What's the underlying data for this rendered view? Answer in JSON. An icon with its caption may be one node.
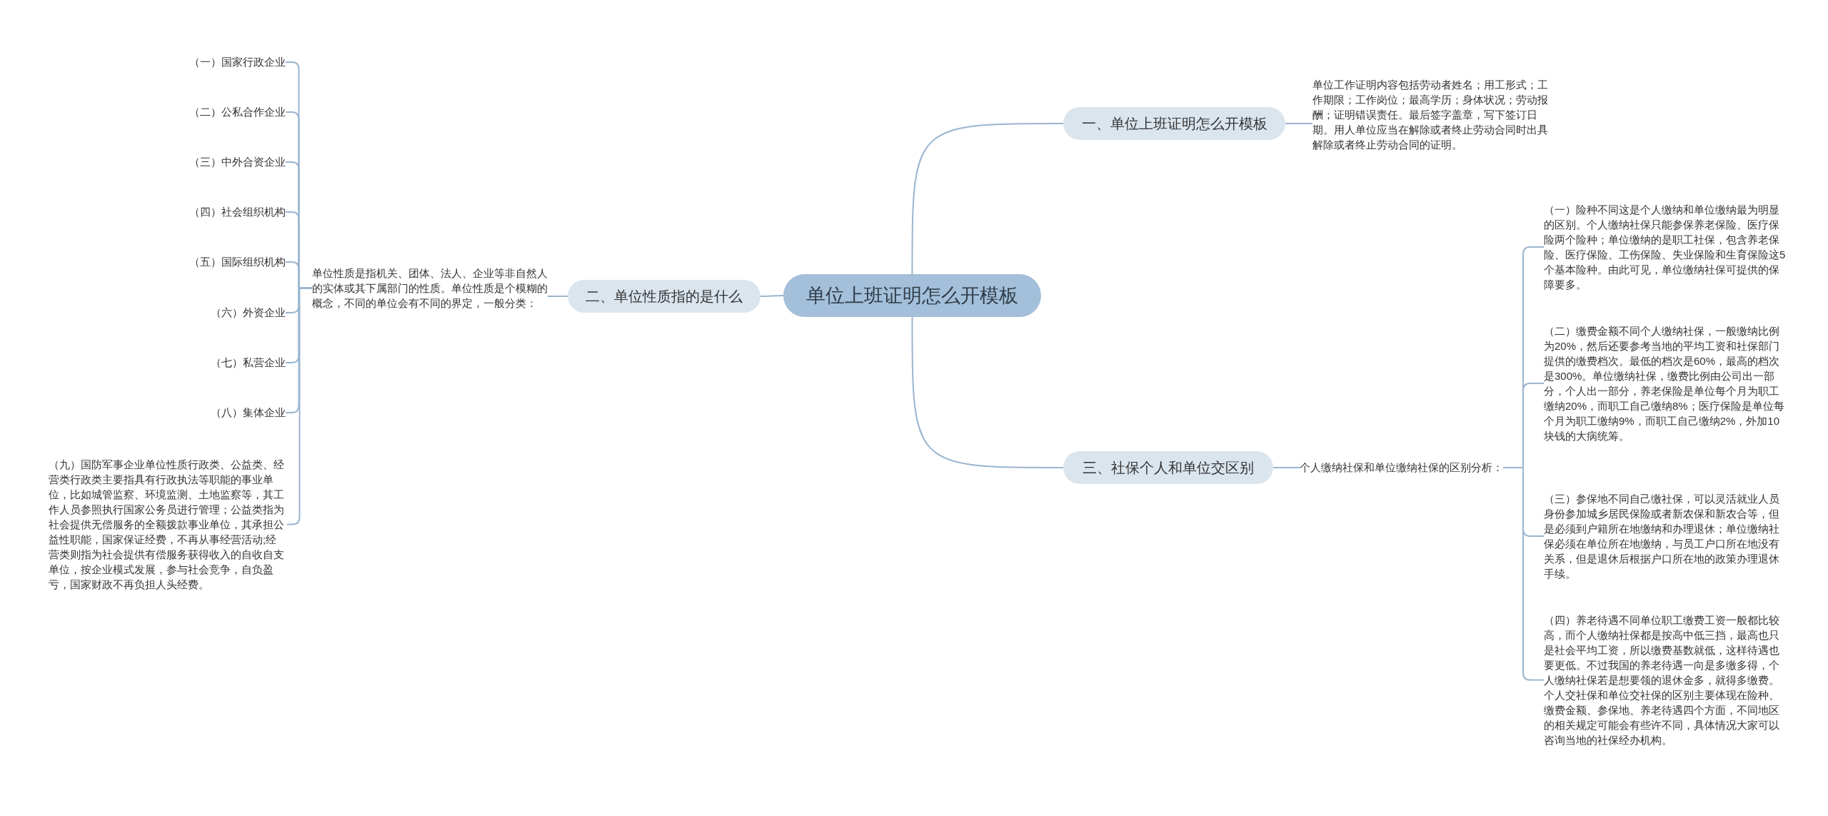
{
  "diagram": {
    "nodes": [
      {
        "text": [
          "单位上班证明怎么开模板"
        ]
      },
      {
        "text": [
          "一、单位上班证明怎么开模板"
        ]
      },
      {
        "text": [
          "单位工作证明内容包括劳动者姓名；用工形式；工作期限；工作岗位；最高学历；身体状况；劳动报酬；证明错误责任。最后签字盖章，写下签订日期。用人单位应当在解除或者终止劳动合同时出具解除或者终止劳动合同的证明。"
        ]
      },
      {
        "text": [
          "二、单位性质指的是什么"
        ]
      },
      {
        "text": [
          "单位性质是指机关、团体、法人、企业等非自然人的实体或其下属部门的性质。单位性质是个模糊的概念，不同的单位会有不同的界定，一般分类："
        ]
      },
      {
        "text": [
          "（一）国家行政企业"
        ]
      },
      {
        "text": [
          "（二）公私合作企业"
        ]
      },
      {
        "text": [
          "（三）中外合资企业"
        ]
      },
      {
        "text": [
          "（四）社会组织机构"
        ]
      },
      {
        "text": [
          "（五）国际组织机构"
        ]
      },
      {
        "text": [
          "（六）外资企业"
        ]
      },
      {
        "text": [
          "（七）私营企业"
        ]
      },
      {
        "text": [
          "（八）集体企业"
        ]
      },
      {
        "text": [
          "（九）国防军事企业单位性质行政类、公益类、经营类行政类主要指具有行政执法等职能的事业单位，比如城管监察、环境监测、土地监察等，其工作人员参照执行国家公务员进行管理；公益类指为社会提供无偿服务的全额拨款事业单位，其承担公益性职能，国家保证经费，不再从事经营活动;经营类则指为社会提供有偿服务获得收入的自收自支单位，按企业模式发展，参与社会竞争，自负盈亏，国家财政不再负担人头经费。"
        ]
      },
      {
        "text": [
          "三、社保个人和单位交区别"
        ]
      },
      {
        "text": [
          "个人缴纳社保和单位缴纳社保的区别分析："
        ]
      },
      {
        "text": [
          "（一）险种不同这是个人缴纳和单位缴纳最为明显的区别。个人缴纳社保只能参保养老保险、医疗保险两个险种；单位缴纳的是职工社保，包含养老保险、医疗保险、工伤保险、失业保险和生育保险这5个基本险种。由此可见，单位缴纳社保可提供的保障要多。"
        ]
      },
      {
        "text": [
          "（二）缴费金额不同个人缴纳社保，一般缴纳比例为20%，然后还要参考当地的平均工资和社保部门提供的缴费档次。最低的档次是60%，最高的档次是300%。单位缴纳社保，缴费比例由公司出一部分，个人出一部分，养老保险是单位每个月为职工缴纳20%，而职工自己缴纳8%；医疗保险是单位每个月为职工缴纳9%，而职工自己缴纳2%，外加10块钱的大病统筹。"
        ]
      },
      {
        "text": [
          "（三）参保地不同自己缴社保，可以灵活就业人员身份参加城乡居民保险或者新农保和新农合等，但是必须到户籍所在地缴纳和办理退休；单位缴纳社保必须在单位所在地缴纳，与员工户口所在地没有关系，但是退休后根据户口所在地的政策办理退休手续。"
        ]
      },
      {
        "text": [
          "（四）养老待遇不同单位职工缴费工资一般都比较高，而个人缴纳社保都是按高中低三挡，最高也只是社会平均工资，所以缴费基数就低，这样待遇也要更低。不过我国的养老待遇一向是多缴多得，个人缴纳社保若是想要领的退休金多，就得多缴费。个人交社保和单位交社保的区别主要体现在险种、缴费金额、参保地、养老待遇四个方面，不同地区的相关规定可能会有些许不同，具体情况大家可以咨询当地的社保经办机构。"
        ]
      }
    ],
    "edges": [
      {
        "from": 0,
        "to": 1,
        "arrow": "none"
      },
      {
        "from": 1,
        "to": 2,
        "arrow": "none"
      },
      {
        "from": 0,
        "to": 3,
        "arrow": "none"
      },
      {
        "from": 3,
        "to": 4,
        "arrow": "none"
      },
      {
        "from": 4,
        "to": 5,
        "arrow": "none"
      },
      {
        "from": 4,
        "to": 6,
        "arrow": "none"
      },
      {
        "from": 4,
        "to": 7,
        "arrow": "none"
      },
      {
        "from": 4,
        "to": 8,
        "arrow": "none"
      },
      {
        "from": 4,
        "to": 9,
        "arrow": "none"
      },
      {
        "from": 4,
        "to": 10,
        "arrow": "none"
      },
      {
        "from": 4,
        "to": 11,
        "arrow": "none"
      },
      {
        "from": 4,
        "to": 12,
        "arrow": "none"
      },
      {
        "from": 4,
        "to": 13,
        "arrow": "none"
      },
      {
        "from": 0,
        "to": 14,
        "arrow": "none"
      },
      {
        "from": 14,
        "to": 15,
        "arrow": "none"
      },
      {
        "from": 15,
        "to": 16,
        "arrow": "none"
      },
      {
        "from": 15,
        "to": 17,
        "arrow": "none"
      },
      {
        "from": 15,
        "to": 18,
        "arrow": "none"
      },
      {
        "from": 15,
        "to": 19,
        "arrow": "none"
      }
    ]
  }
}
